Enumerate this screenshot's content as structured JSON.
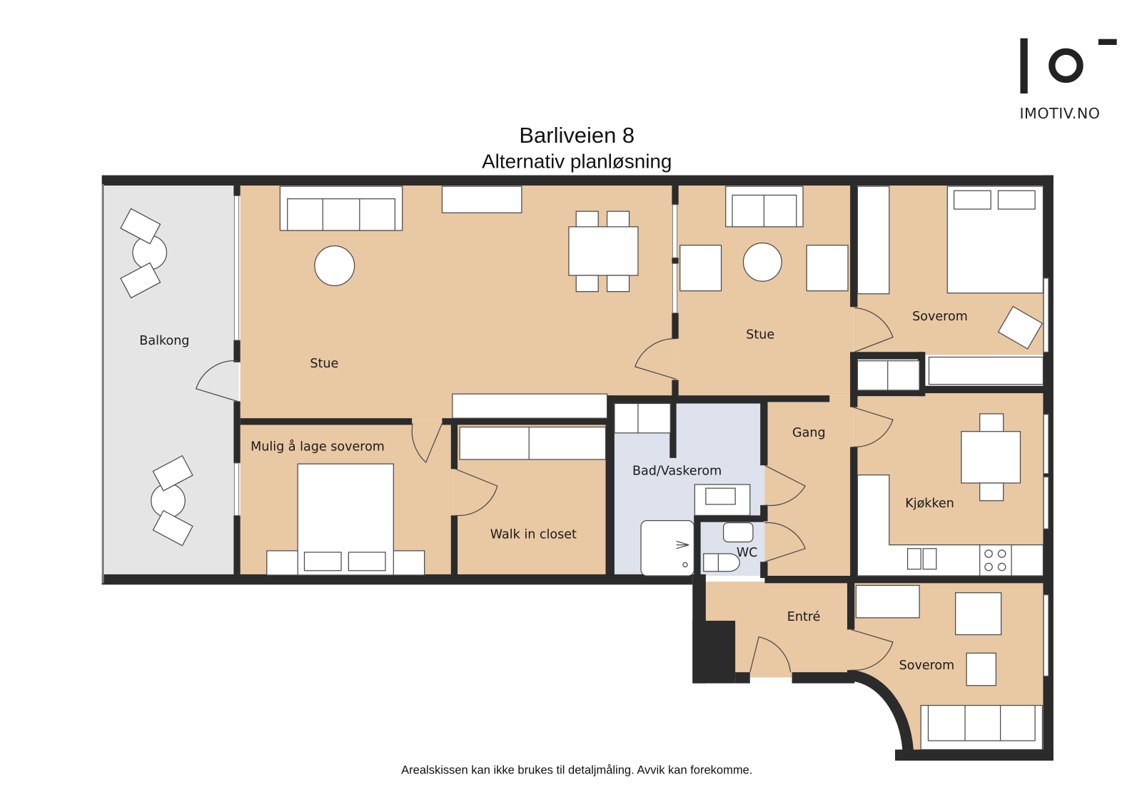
{
  "header": {
    "title": "Barliveien 8",
    "subtitle": "Alternativ planløsning"
  },
  "logo": {
    "icon": "imotiv-logo-icon",
    "text": "IMOTIV.NO"
  },
  "rooms": {
    "balkong": "Balkong",
    "stue_main": "Stue",
    "stue_small": "Stue",
    "soverom_top": "Soverom",
    "mulig_soverom": "Mulig å lage soverom",
    "walk_in_closet": "Walk in closet",
    "bad": "Bad/Vaskerom",
    "gang": "Gang",
    "wc": "WC",
    "kjokken": "Kjøkken",
    "entre": "Entré",
    "soverom_bottom": "Soverom"
  },
  "footer": {
    "disclaimer": "Arealskissen kan ikke brukes til detaljmåling. Avvik kan forekomme."
  },
  "colors": {
    "wall": "#2a2b2a",
    "wood_floor": "#e9c8a4",
    "tile_floor": "#dde2ec",
    "balcony_floor": "#e5e5e5"
  }
}
